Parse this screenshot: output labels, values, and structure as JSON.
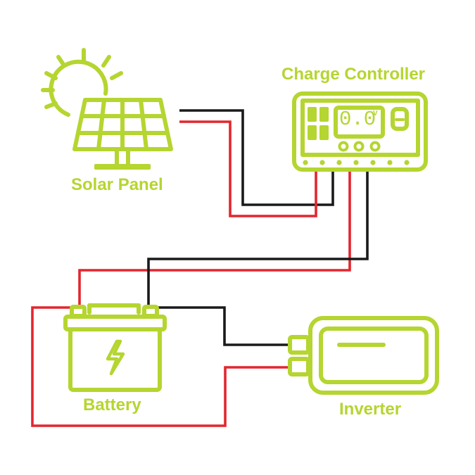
{
  "labels": {
    "solar_panel": "Solar Panel",
    "charge_controller": "Charge Controller",
    "battery": "Battery",
    "inverter": "Inverter"
  },
  "controller_display": "0.0",
  "controller_unit": "V",
  "colors": {
    "icon": "#b5d530",
    "positive_wire": "#e3262f",
    "negative_wire": "#1a1a1a",
    "background": "#ffffff"
  }
}
